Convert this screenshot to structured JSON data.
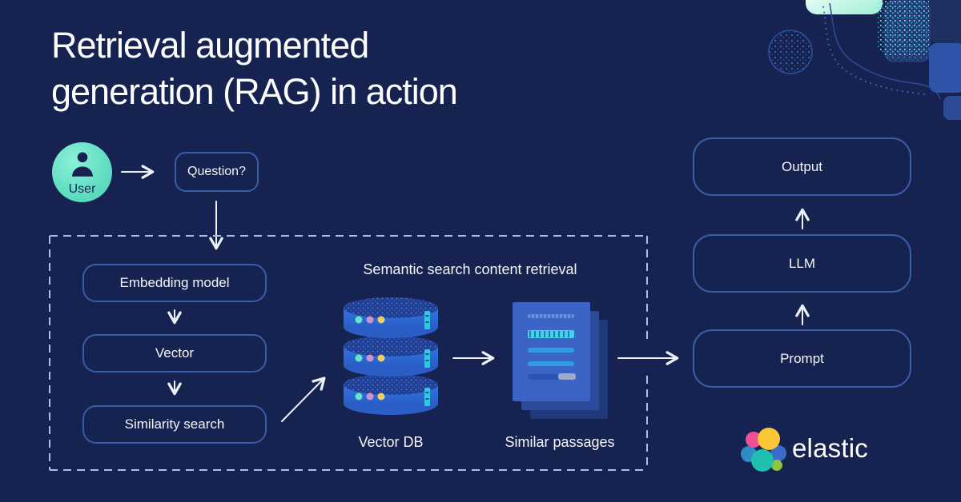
{
  "title": {
    "lines": [
      "Retrieval augmented",
      "generation (RAG) in action"
    ]
  },
  "pipeline": {
    "user": {
      "label": "User"
    },
    "question": {
      "label": "Question?"
    },
    "retrieval": {
      "caption": "Semantic search content retrieval",
      "steps": [
        "Embedding model",
        "Vector",
        "Similarity search"
      ],
      "vector_db_label": "Vector DB",
      "similar_passages_label": "Similar passages"
    },
    "generation": {
      "prompt_label": "Prompt",
      "llm_label": "LLM",
      "output_label": "Output"
    }
  },
  "branding": {
    "wordmark": "elastic"
  },
  "colors": {
    "background": "#16224F",
    "box_border": "#3A5DA9",
    "dashed_border": "#A9BFE4",
    "text": "#F4F7FB",
    "avatar_teal": "#63DFC4",
    "cylinder_blue": "#2F6FD9",
    "cylinder_top": "#1F3E92",
    "document_blue": "#3B64C6",
    "highlight_cyan": "#43D3EA",
    "dot_teal": "#66E2C6",
    "dot_pink": "#CF93D4",
    "dot_yellow": "#E6D267",
    "logo_yellow": "#FCC735",
    "logo_pink": "#EF4F97",
    "logo_teal": "#20C0B0",
    "logo_blue": "#3B6BC9",
    "logo_light_blue": "#2F8CC8",
    "logo_green": "#8CC63E"
  }
}
